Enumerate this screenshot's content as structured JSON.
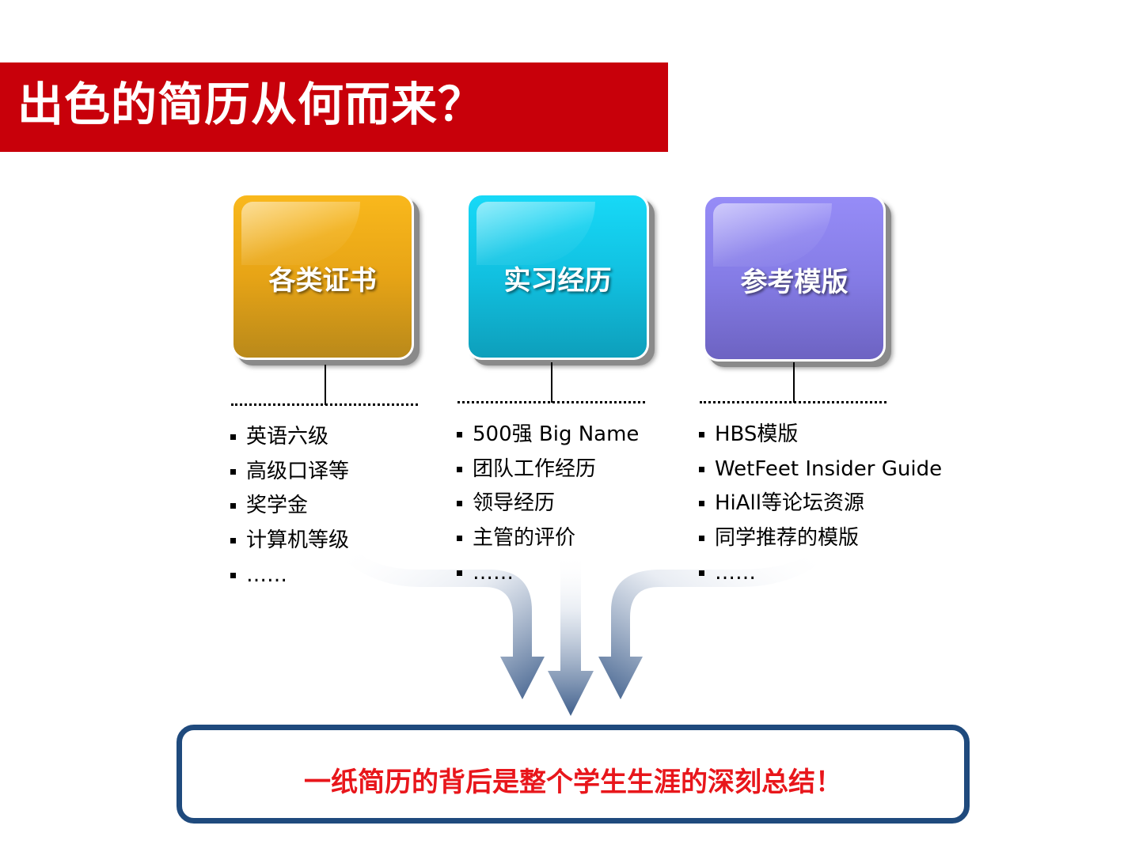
{
  "title": "出色的简历从何而来？",
  "columns": [
    {
      "label": "各类证书",
      "color": "#e7a416",
      "items": [
        "英语六级",
        "高级口译等",
        "奖学金",
        "计算机等级",
        "……"
      ]
    },
    {
      "label": "实习经历",
      "color": "#11c0e0",
      "items": [
        "500强 Big Name",
        "团队工作经历",
        "领导经历",
        "主管的评价",
        "……"
      ]
    },
    {
      "label": "参考模版",
      "color": "#857ce6",
      "items": [
        "HBS模版",
        "WetFeet Insider Guide",
        "HiAll等论坛资源",
        "同学推荐的模版",
        "……"
      ]
    }
  ],
  "conclusion": "一纸简历的背后是整个学生生涯的深刻总结！",
  "colors": {
    "title_bar": "#c8000a",
    "conclusion_text": "#e8161b",
    "conclusion_border": "#1f4a7d",
    "arrow": "#3f5f8c"
  }
}
